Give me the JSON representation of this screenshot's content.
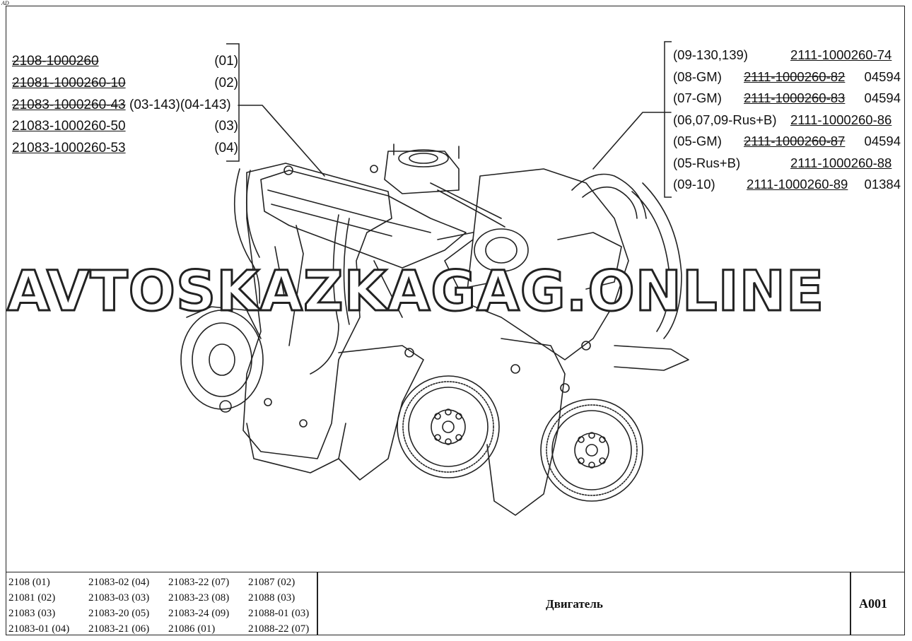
{
  "corner_mark": "AD",
  "left_parts": [
    {
      "number": "2108-1000260",
      "extra": "",
      "code": "(01)",
      "struck": true
    },
    {
      "number": "21081-1000260-10",
      "extra": "",
      "code": "(02)",
      "struck": true
    },
    {
      "number": "21083-1000260-43",
      "extra": "(03-143)(04-143)",
      "code": "",
      "struck": true
    },
    {
      "number": "21083-1000260-50",
      "extra": "",
      "code": "(03)",
      "struck": false
    },
    {
      "number": "21083-1000260-53",
      "extra": "",
      "code": "(04)",
      "struck": false
    }
  ],
  "right_parts": [
    {
      "tag": "(09-130,139)",
      "number": "2111-1000260-74",
      "code": "",
      "struck": false
    },
    {
      "tag": "(08-GM)",
      "number": "2111-1000260-82",
      "code": "04594",
      "struck": true
    },
    {
      "tag": "(07-GM)",
      "number": "2111-1000260-83",
      "code": "04594",
      "struck": true
    },
    {
      "tag": "(06,07,09-Rus+B)",
      "number": "2111-1000260-86",
      "code": "",
      "struck": false
    },
    {
      "tag": "(05-GM)",
      "number": "2111-1000260-87",
      "code": "04594",
      "struck": true
    },
    {
      "tag": " (05-Rus+B)",
      "number": "2111-1000260-88",
      "code": "",
      "struck": false
    },
    {
      "tag": "(09-10)",
      "number": "2111-1000260-89",
      "code": "01384",
      "struck": false
    }
  ],
  "watermark": "AVTOSKAZKAGAG.ONLINE",
  "footer": {
    "model_columns": [
      [
        "2108 (01)",
        "21081 (02)",
        "21083 (03)",
        "21083-01 (04)"
      ],
      [
        "21083-02 (04)",
        "21083-03 (03)",
        "21083-20 (05)",
        "21083-21 (06)"
      ],
      [
        "21083-22 (07)",
        "21083-23 (08)",
        "21083-24 (09)",
        "21086 (01)"
      ],
      [
        "21087 (02)",
        "21088 (03)",
        "21088-01 (03)",
        "21088-22 (07)"
      ]
    ],
    "title": "Двигатель",
    "code": "A001"
  }
}
